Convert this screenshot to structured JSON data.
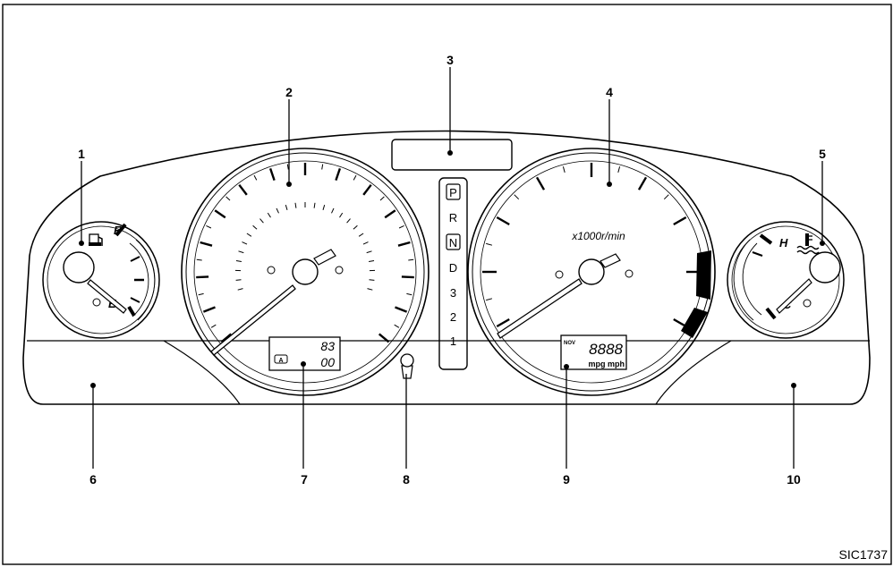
{
  "diagram_code": "SIC1737",
  "callouts": [
    "1",
    "2",
    "3",
    "4",
    "5",
    "6",
    "7",
    "8",
    "9",
    "10"
  ],
  "fuel_gauge": {
    "full_mark": "F",
    "empty_mark": "E",
    "icon": "fuel-pump-icon"
  },
  "temp_gauge": {
    "hot_mark": "H",
    "cold_mark": "C",
    "icon": "coolant-temperature-icon"
  },
  "tachometer": {
    "unit": "x1000r/min"
  },
  "shift_indicator": [
    "P",
    "R",
    "N",
    "D",
    "3",
    "2",
    "1"
  ],
  "shift_boxed": [
    "P",
    "N"
  ],
  "odometer_display": {
    "badge": "A",
    "line1": "83",
    "line2": "00"
  },
  "trip_computer_display": {
    "tag": "NOV",
    "digits": "8888",
    "units": "mpg mph"
  }
}
